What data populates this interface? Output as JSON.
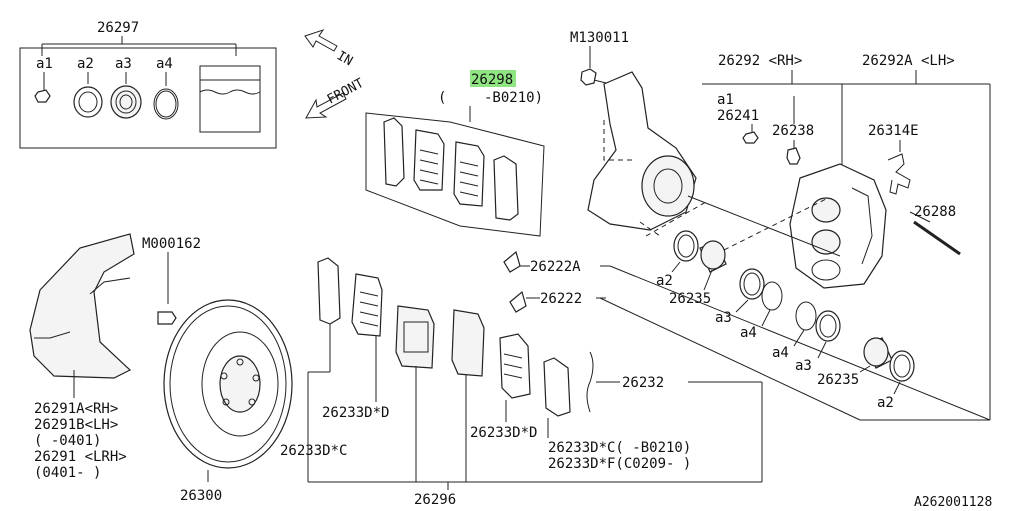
{
  "diagram_id": "A262001128",
  "direction_labels": {
    "in": "IN",
    "front": "FRONT"
  },
  "kit": {
    "part": "26297",
    "items": [
      "a1",
      "a2",
      "a3",
      "a4"
    ]
  },
  "pad_set": {
    "part": "26298",
    "part_highlight": "2629",
    "part_rest": "8",
    "note_open": "(",
    "note_range": "-B0210)"
  },
  "knuckle_bolt": {
    "part": "M130011"
  },
  "caliper": {
    "rh": "26292 <RH>",
    "lh": "26292A <LH>"
  },
  "bleeder": {
    "ref": "a1",
    "part": "26241"
  },
  "bleeder_screw": {
    "part": "26238"
  },
  "spring": {
    "part": "26314E"
  },
  "pin": {
    "part": "26288"
  },
  "cover_bolt": {
    "part": "M000162"
  },
  "backing_plate": {
    "rh": "26291A<RH>",
    "lh": "26291B<LH>",
    "range1": "(    -0401)",
    "lrh": "26291  <LRH>",
    "range2": "(0401-    )"
  },
  "rotor": {
    "part": "26300"
  },
  "shims": {
    "upper": "26222A",
    "lower": "26222"
  },
  "pistons": {
    "upper": "26235",
    "lower": "26235"
  },
  "seals": {
    "a2_upper": "a2",
    "a3_upper": "a3",
    "a4_upper": "a4",
    "a4_lower": "a4",
    "a3_lower": "a3",
    "a2_lower": "a2"
  },
  "pad_shims": {
    "part": "26232"
  },
  "pad_parts": {
    "d_upper": "26233D*D",
    "c_left": "26233D*C",
    "d_lower": "26233D*D",
    "c_note": "26233D*C(    -B0210)",
    "f_note": "26233D*F(C0209-     )"
  },
  "pad_assembly": {
    "part": "26296"
  }
}
